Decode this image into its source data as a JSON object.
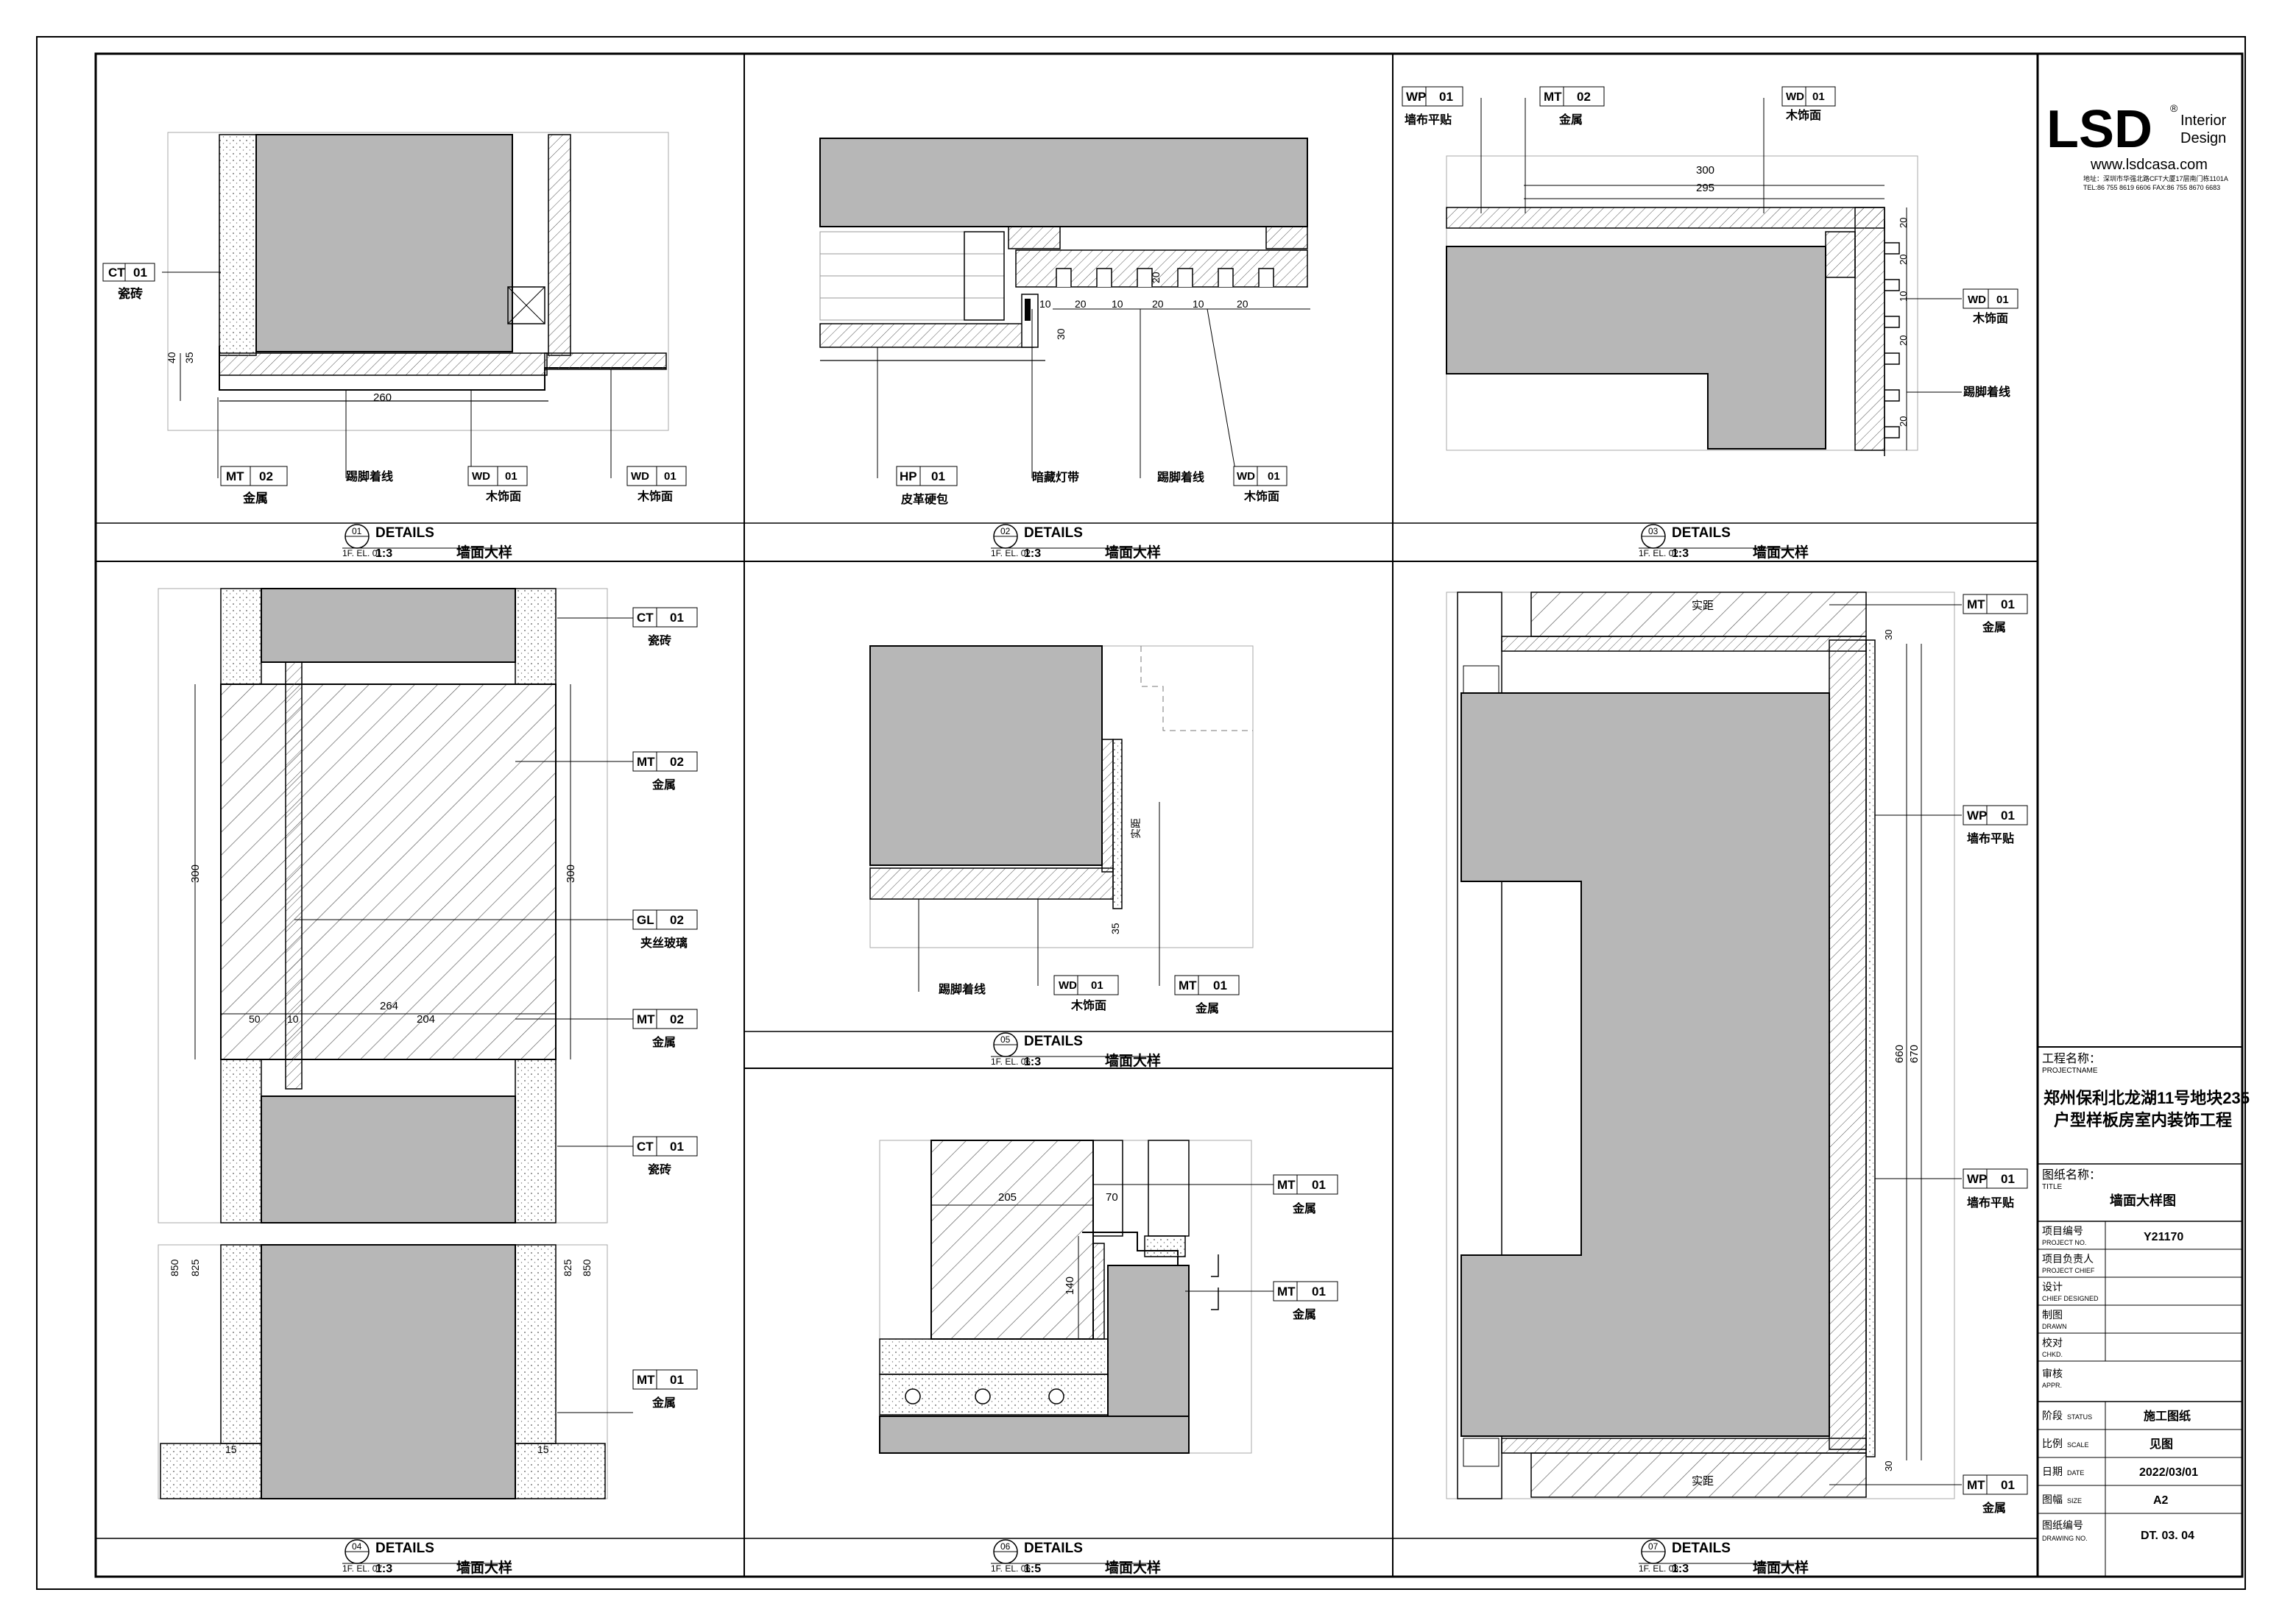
{
  "tag_labels": {
    "mt_01": "01",
    "mt_02": "02",
    "wd_01": "01",
    "ct_01": "01",
    "hp_01": "01",
    "wp_01": "01",
    "gl_02": "02"
  },
  "materials": {
    "ct": "CT",
    "mt": "MT",
    "wd": "WD",
    "hp": "HP",
    "wp": "WP",
    "gl": "GL",
    "tile": "瓷砖",
    "metal": "金属",
    "wood_veneer": "木饰面",
    "skirting_line": "踢脚着线",
    "leather_hard_pack": "皮革硬包",
    "hidden_light_strip": "暗藏灯带",
    "wallcloth_flat": "墙布平贴",
    "laminated_glass": "夹丝玻璃",
    "actual_distance": "实距"
  },
  "panels": [
    {
      "number": "01",
      "ref": "1F. EL. 01",
      "title": "DETAILS",
      "scale": "1:3",
      "subtitle": "墙面大样"
    },
    {
      "number": "02",
      "ref": "1F. EL. 02",
      "title": "DETAILS",
      "scale": "1:3",
      "subtitle": "墙面大样"
    },
    {
      "number": "03",
      "ref": "1F. EL. 02",
      "title": "DETAILS",
      "scale": "1:3",
      "subtitle": "墙面大样"
    },
    {
      "number": "04",
      "ref": "1F. EL. 07",
      "title": "DETAILS",
      "scale": "1:3",
      "subtitle": "墙面大样"
    },
    {
      "number": "05",
      "ref": "1F. EL. 06",
      "title": "DETAILS",
      "scale": "1:3",
      "subtitle": "墙面大样"
    },
    {
      "number": "06",
      "ref": "1F. EL. 06",
      "title": "DETAILS",
      "scale": "1:5",
      "subtitle": "墙面大样"
    },
    {
      "number": "07",
      "ref": "1F. EL. 03",
      "title": "DETAILS",
      "scale": "1:3",
      "subtitle": "墙面大样"
    }
  ],
  "dimensions": {
    "d01_width": "260",
    "d01_h40": "40",
    "d01_h35": "35",
    "d02_a": "10",
    "d02_b": "20",
    "d02_v30": "30",
    "d02_v20": "20",
    "d03_300": "300",
    "d03_295": "295",
    "d03_20": "20",
    "d03_10": "10",
    "d04_300": "300",
    "d04_264": "264",
    "d04_204": "204",
    "d04_50": "50",
    "d04_10": "10",
    "d04_850": "850",
    "d04_825": "825",
    "d04_15": "15",
    "d05_35": "35",
    "d06_205": "205",
    "d06_70": "70",
    "d06_140": "140",
    "d07_660": "660",
    "d07_670": "670",
    "d07_30": "30"
  },
  "title_block": {
    "logo": "LSD",
    "logo_reg": "®",
    "logo_sub1": "Interior",
    "logo_sub2": "Design",
    "website": "www.lsdcasa.com",
    "address": "地址：深圳市华强北路CFT大厦17层南门栋1101A",
    "phone": "TEL:86 755 8619 6606   FAX:86 755 8670 6683",
    "project_label_cn": "工程名称：",
    "project_label_en": "PROJECTNAME",
    "project_name_1": "郑州保利北龙湖11号地块235",
    "project_name_2": "户型样板房室内装饰工程",
    "title_label_cn": "图纸名称：",
    "title_label_en": "TITLE",
    "title_value": "墙面大样图",
    "rows": [
      {
        "cn": "项目编号",
        "en": "PROJECT NO.",
        "value": "Y21170"
      },
      {
        "cn": "项目负责人",
        "en": "PROJECT CHIEF",
        "value": ""
      },
      {
        "cn": "设计",
        "en": "CHIEF DESIGNED",
        "value": ""
      },
      {
        "cn": "制图",
        "en": "DRAWN",
        "value": ""
      },
      {
        "cn": "校对",
        "en": "CHKD.",
        "value": ""
      },
      {
        "cn": "审核",
        "en": "APPR.",
        "value": ""
      }
    ],
    "status_cn": "阶段",
    "status_en": "STATUS",
    "status_value": "施工图纸",
    "scale_cn": "比例",
    "scale_en": "SCALE",
    "scale_value": "见图",
    "date_cn": "日期",
    "date_en": "DATE",
    "date_value": "2022/03/01",
    "size_cn": "图幅",
    "size_en": "SIZE",
    "size_value": "A2",
    "dwg_cn": "图纸编号",
    "dwg_en": "DRAWING NO.",
    "dwg_value": "DT. 03. 04"
  },
  "colors": {
    "solid_fill": "#b7b7b7",
    "line": "#000000",
    "hatch": "#666666"
  }
}
